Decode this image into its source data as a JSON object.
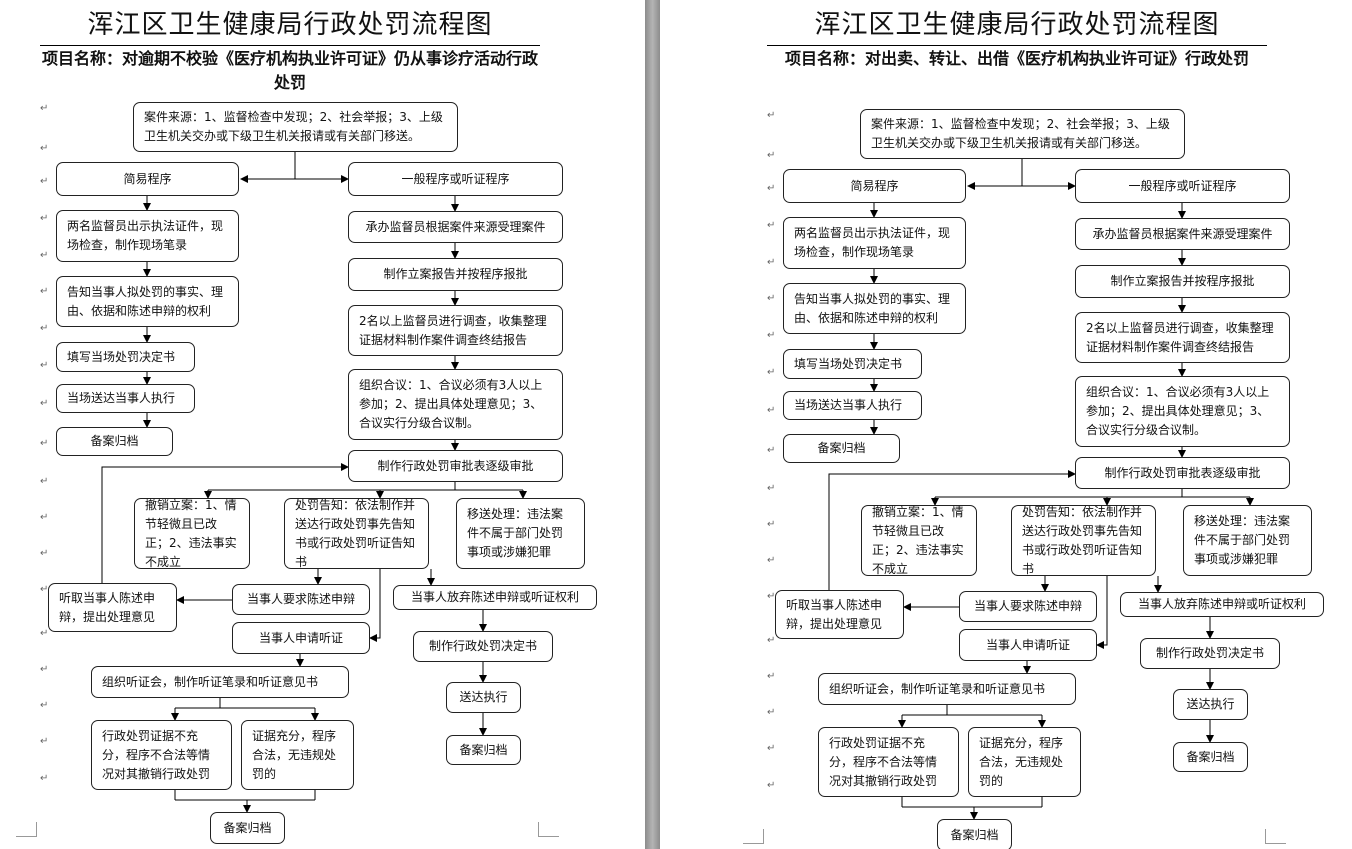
{
  "pages": [
    {
      "title": "浑江区卫生健康局行政处罚流程图",
      "project": "项目名称：对逾期不校验《医疗机构执业许可证》仍从事诊疗活动行政处罚",
      "boxes": {
        "src": "案件来源：1、监督检查中发现；2、社会举报；3、上级卫生机关交办或下级卫生机关报请或有关部门移送。",
        "simple": "简易程序",
        "general": "一般程序或听证程序",
        "b1": "两名监督员出示执法证件，现场检查，制作现场笔录",
        "b2": "告知当事人拟处罚的事实、理由、依据和陈述申辩的权利",
        "b3": "填写当场处罚决定书",
        "b4": "当场送达当事人执行",
        "b5": "备案归档",
        "g1": "承办监督员根据案件来源受理案件",
        "g2": "制作立案报告并按程序报批",
        "g3": "2名以上监督员进行调查，收集整理证据材料制作案件调查终结报告",
        "g4": "组织合议：1、合议必须有3人以上参加；2、提出具体处理意见；3、合议实行分级合议制。",
        "approve": "制作行政处罚审批表逐级审批",
        "cancel": "撤销立案：1、情节轻微且已改正；2、违法事实不成立",
        "notify": "处罚告知：依法制作并送达行政处罚事先告知书或行政处罚听证告知书",
        "transfer": "移送处理：违法案件不属于部门处罚事项或涉嫌犯罪",
        "hear": "听取当事人陈述申辩，提出处理意见",
        "req": "当事人要求陈述申辩",
        "abandon": "当事人放弃陈述申辩或听证权利",
        "apply": "当事人申请听证",
        "decision": "制作行政处罚决定书",
        "org": "组织听证会，制作听证笔录和听证意见书",
        "insuff": "行政处罚证据不充分，程序不合法等情况对其撤销行政处罚",
        "suff": "证据充分，程序合法，无违规处罚的",
        "deliver": "送达执行",
        "archive2": "备案归档",
        "archive3": "备案归档"
      }
    },
    {
      "title": "浑江区卫生健康局行政处罚流程图",
      "project": "项目名称：对出卖、转让、出借《医疗机构执业许可证》行政处罚",
      "boxes": {
        "src": "案件来源：1、监督检查中发现；2、社会举报；3、上级卫生机关交办或下级卫生机关报请或有关部门移送。",
        "simple": "简易程序",
        "general": "一般程序或听证程序",
        "b1": "两名监督员出示执法证件，现场检查，制作现场笔录",
        "b2": "告知当事人拟处罚的事实、理由、依据和陈述申辩的权利",
        "b3": "填写当场处罚决定书",
        "b4": "当场送达当事人执行",
        "b5": "备案归档",
        "g1": "承办监督员根据案件来源受理案件",
        "g2": "制作立案报告并按程序报批",
        "g3": "2名以上监督员进行调查，收集整理证据材料制作案件调查终结报告",
        "g4": "组织合议：1、合议必须有3人以上参加；2、提出具体处理意见；3、合议实行分级合议制。",
        "approve": "制作行政处罚审批表逐级审批",
        "cancel": "撤销立案：1、情节轻微且已改正；2、违法事实不成立",
        "notify": "处罚告知：依法制作并送达行政处罚事先告知书或行政处罚听证告知书",
        "transfer": "移送处理：违法案件不属于部门处罚事项或涉嫌犯罪",
        "hear": "听取当事人陈述申辩，提出处理意见",
        "req": "当事人要求陈述申辩",
        "abandon": "当事人放弃陈述申辩或听证权利",
        "apply": "当事人申请听证",
        "decision": "制作行政处罚决定书",
        "org": "组织听证会，制作听证笔录和听证意见书",
        "insuff": "行政处罚证据不充分，程序不合法等情况对其撤销行政处罚",
        "suff": "证据充分，程序合法，无违规处罚的",
        "deliver": "送达执行",
        "archive2": "备案归档",
        "archive3": "备案归档"
      }
    }
  ]
}
